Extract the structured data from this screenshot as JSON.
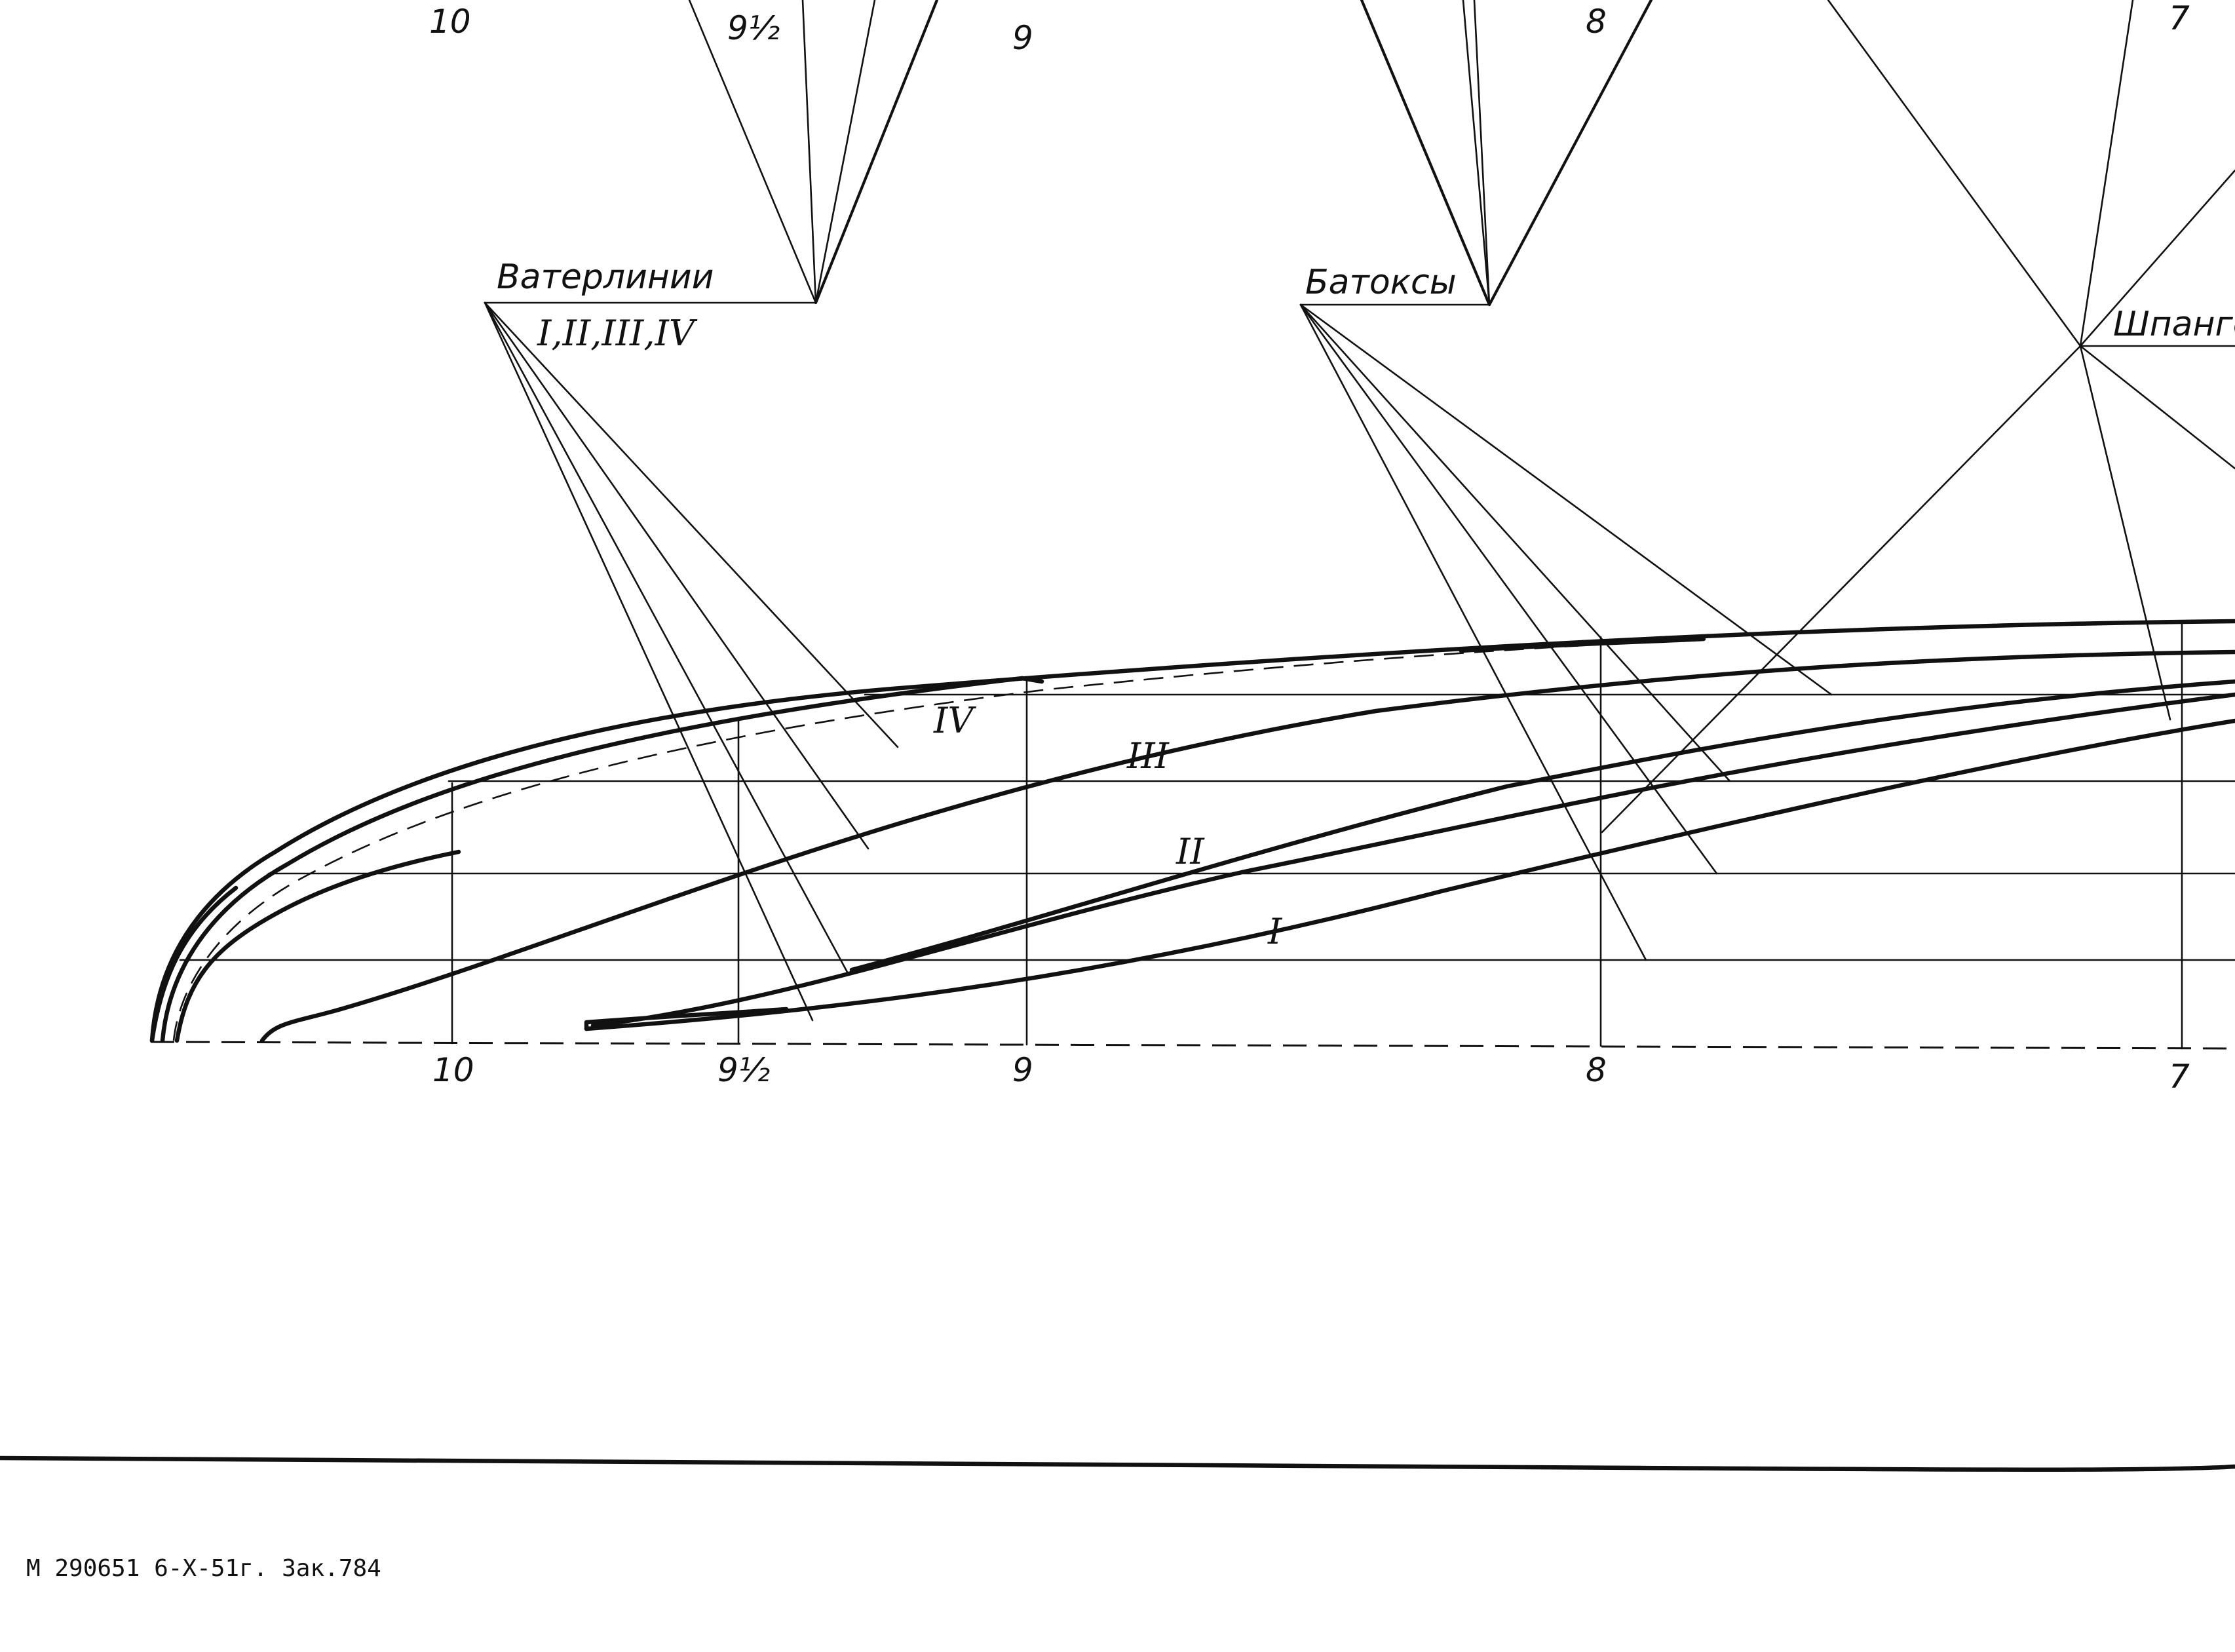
{
  "labels": {
    "waterlines": "Ватерлинии",
    "waterlines_numerals": "I,II,III,IV",
    "buttocks": "Батоксы",
    "frames": "Шпанго"
  },
  "top_stations": {
    "s10": "10",
    "s9half": "9½",
    "s9": "9",
    "s8": "8",
    "s7": "7"
  },
  "baseline_stations": {
    "s10": "10",
    "s9half": "9½",
    "s9": "9",
    "s8": "8",
    "s7": "7"
  },
  "line_numerals": {
    "I": "I",
    "II": "II",
    "III": "III",
    "IV": "IV"
  },
  "footer": {
    "imprint": "М 290651  6-X-51г. Зак.784"
  }
}
